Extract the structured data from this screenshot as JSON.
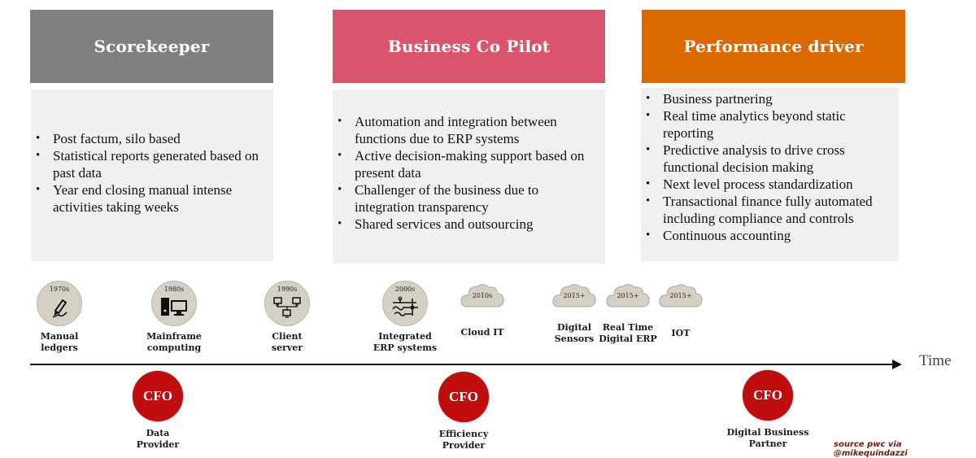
{
  "stages": [
    {
      "title": "Scorekeeper",
      "color": "#808080",
      "bullets": [
        "Post factum, silo based",
        "Statistical reports generated based on past data",
        "Year end closing manual intense activities taking weeks"
      ]
    },
    {
      "title": "Business Co Pilot",
      "color": "#d9546c",
      "bullets": [
        "Automation and integration between functions due to ERP systems",
        "Active decision-making support based on present data",
        "Challenger of the business due to integration transparency",
        "Shared services and outsourcing"
      ]
    },
    {
      "title": "Performance driver",
      "color": "#dc6900",
      "bullets": [
        "Business partnering",
        "Real time analytics beyond static reporting",
        "Predictive analysis to drive cross functional decision making",
        "Next level process standardization",
        "Transactional finance fully automated including compliance and controls",
        "Continuous accounting"
      ]
    }
  ],
  "eras": [
    {
      "year": "1970s",
      "label_1": "Manual",
      "label_2": "ledgers",
      "icon": "pen-writing-icon"
    },
    {
      "year": "1980s",
      "label_1": "Mainframe",
      "label_2": "computing",
      "icon": "desktop-computer-icon"
    },
    {
      "year": "1990s",
      "label_1": "Client",
      "label_2": "server",
      "icon": "network-icon"
    },
    {
      "year": "2000s",
      "label_1": "Integrated",
      "label_2": "ERP systems",
      "icon": "circuit-icon"
    },
    {
      "year": "2010s",
      "label_1": "Cloud IT",
      "label_2": "",
      "icon": "cloud-icon"
    },
    {
      "year": "2015+",
      "label_1": "Digital",
      "label_2": "Sensors",
      "icon": "cloud-icon"
    },
    {
      "year": "2015+",
      "label_1": "Real Time",
      "label_2": "Digital ERP",
      "icon": "cloud-icon"
    },
    {
      "year": "2015+",
      "label_1": "IOT",
      "label_2": "",
      "icon": "cloud-icon"
    }
  ],
  "timeline": {
    "axis_label": "Time"
  },
  "cfo_roles": [
    {
      "badge": "CFO",
      "label_1": "Data",
      "label_2": "Provider"
    },
    {
      "badge": "CFO",
      "label_1": "Efficiency",
      "label_2": "Provider"
    },
    {
      "badge": "CFO",
      "label_1": "Digital Business",
      "label_2": "Partner"
    }
  ],
  "source": "source pwc via @mikequindazzi"
}
